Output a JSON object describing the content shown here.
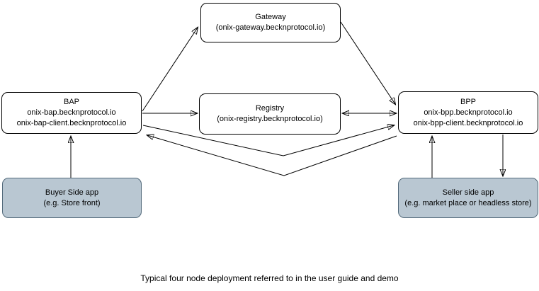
{
  "diagram": {
    "caption": "Typical four node deployment referred to in the user guide and demo",
    "colors": {
      "background": "#ffffff",
      "node_fill": "#ffffff",
      "node_border": "#000000",
      "app_fill": "#b9c7d2",
      "app_border": "#52697a",
      "arrow": "#000000",
      "text": "#000000"
    },
    "nodes": {
      "gateway": {
        "title": "Gateway",
        "line1": "(onix-gateway.becknprotocol.io)"
      },
      "bap": {
        "title": "BAP",
        "line1": "onix-bap.becknprotocol.io",
        "line2": "onix-bap-client.becknprotocol.io"
      },
      "registry": {
        "title": "Registry",
        "line1": "(onix-registry.becknprotocol.io)"
      },
      "bpp": {
        "title": "BPP",
        "line1": "onix-bpp.becknprotocol.io",
        "line2": "onix-bpp-client.becknprotocol.io"
      },
      "buyer_app": {
        "title": "Buyer Side app",
        "line1": "(e.g. Store front)"
      },
      "seller_app": {
        "title": "Seller side app",
        "line1": "(e.g. market place or headless store)"
      }
    },
    "edges": [
      {
        "from": "BAP",
        "to": "Gateway",
        "bidirectional": false
      },
      {
        "from": "Gateway",
        "to": "BPP",
        "bidirectional": false
      },
      {
        "from": "BAP",
        "to": "Registry",
        "bidirectional": false
      },
      {
        "from": "Registry",
        "to": "BPP",
        "bidirectional": true
      },
      {
        "from": "BAP",
        "to": "BPP",
        "bidirectional": false
      },
      {
        "from": "BPP",
        "to": "BAP",
        "bidirectional": false
      },
      {
        "from": "Buyer Side app",
        "to": "BAP",
        "bidirectional": false
      },
      {
        "from": "Seller side app",
        "to": "BPP",
        "bidirectional": false
      },
      {
        "from": "BPP",
        "to": "Seller side app",
        "bidirectional": false
      }
    ]
  }
}
